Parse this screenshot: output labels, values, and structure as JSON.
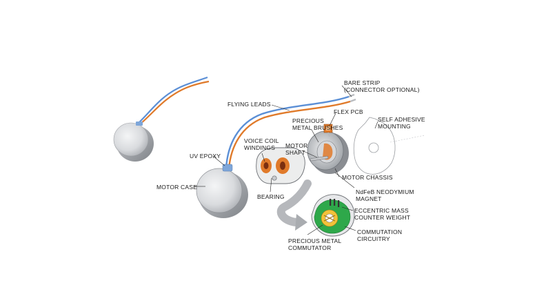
{
  "labels": {
    "bare_strip": [
      "BARE STRIP",
      "(CONNECTOR OPTIONAL)"
    ],
    "flying_leads": "FLYING LEADS",
    "flex_pcb": "FLEX PCB",
    "self_adhesive": [
      "SELF ADHESIVE",
      "MOUNTING"
    ],
    "precious_brushes": [
      "PRECIOUS",
      "METAL BRUSHES"
    ],
    "voice_coil": [
      "VOICE COIL",
      "WINDINGS"
    ],
    "uv_epoxy": "UV EPOXY",
    "motor_shaft": [
      "MOTOR",
      "SHAFT"
    ],
    "motor_chassis": "MOTOR CHASSIS",
    "motor_case": "MOTOR CASE",
    "bearing": "BEARING",
    "magnet": [
      "NdFeB NEODYMIUM",
      "MAGNET"
    ],
    "eccentric_mass": [
      "ECCENTRIC MASS",
      "COUNTER WEIGHT"
    ],
    "commutation": [
      "COMMUTATION",
      "CIRCUITRY"
    ],
    "commutator": [
      "PRECIOUS METAL",
      "COMMUTATOR"
    ]
  },
  "colors": {
    "orange_wire": "#e07a2a",
    "blue_wire": "#5b8fd6",
    "copper": "#d9652a",
    "pcb_green": "#2ea84a",
    "metal_dark": "#8a8d92",
    "metal_light": "#e9eaec"
  }
}
